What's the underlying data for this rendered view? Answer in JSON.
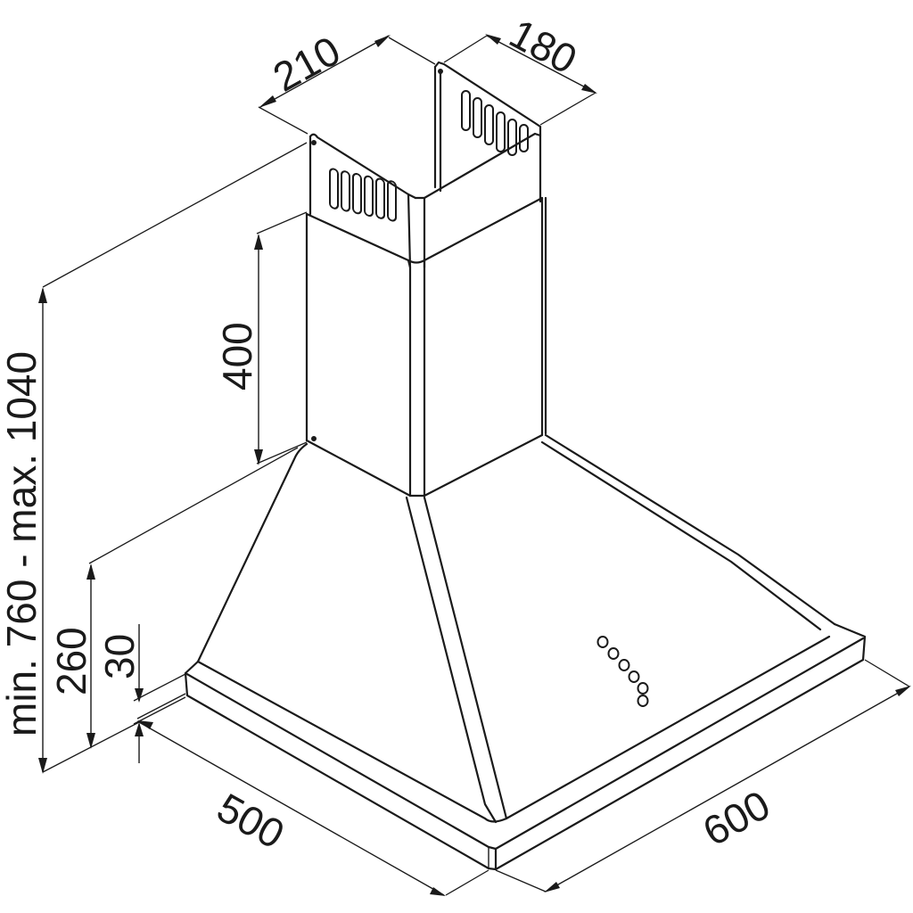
{
  "dimensions": {
    "chimney_width": "210",
    "chimney_depth": "180",
    "chimney_upper_height": "400",
    "total_height": "min. 760 - max. 1040",
    "canopy_height": "260",
    "rim_height": "30",
    "hood_depth": "500",
    "hood_width": "600"
  },
  "icons": {
    "hood": "chimney-cooker-hood-line-drawing",
    "buttons": "control-button-icon",
    "vents": "vent-slots-icon"
  }
}
